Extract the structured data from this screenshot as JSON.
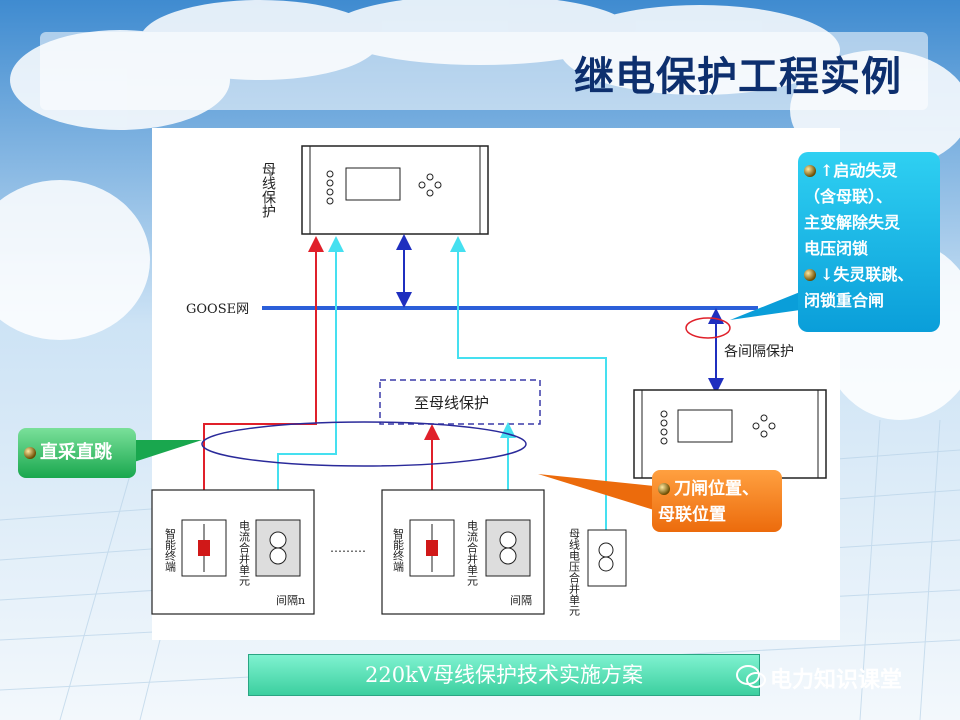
{
  "slide": {
    "title": "继电保护工程实例"
  },
  "diagram": {
    "bus_protection_label": "母线保护",
    "goose_label": "GOOSE网",
    "bay_protection_label": "各间隔保护",
    "to_bus_protection_label": "至母线保护",
    "smart_terminal_1": "智能终端",
    "merging_unit_1": "电流合并单元",
    "bay_label_1": "间隔n",
    "ellipsis": "………",
    "smart_terminal_2": "智能终端",
    "merging_unit_2": "电流合并单元",
    "bay_label_2": "间隔",
    "voltage_merging_unit": "母线电压合并单元"
  },
  "callouts": {
    "right_line1": "↑启动失灵",
    "right_line2": "（含母联）、",
    "right_line3": "主变解除失灵",
    "right_line4": "电压闭锁",
    "right_line5": "↓失灵联跳、",
    "right_line6": "闭锁重合闸",
    "left": "直采直跳",
    "bottom_line1": "刀闸位置、",
    "bottom_line2": "母联位置"
  },
  "footer": {
    "caption": "220kV母线保护技术实施方案",
    "watermark": "电力知识课堂"
  },
  "colors": {
    "title": "#0d2f6e",
    "goose_bus": "#2b5fd9",
    "red_line": "#e0202a",
    "cyan_line": "#45e0f0",
    "blue_arrow": "#1f2fbf"
  }
}
